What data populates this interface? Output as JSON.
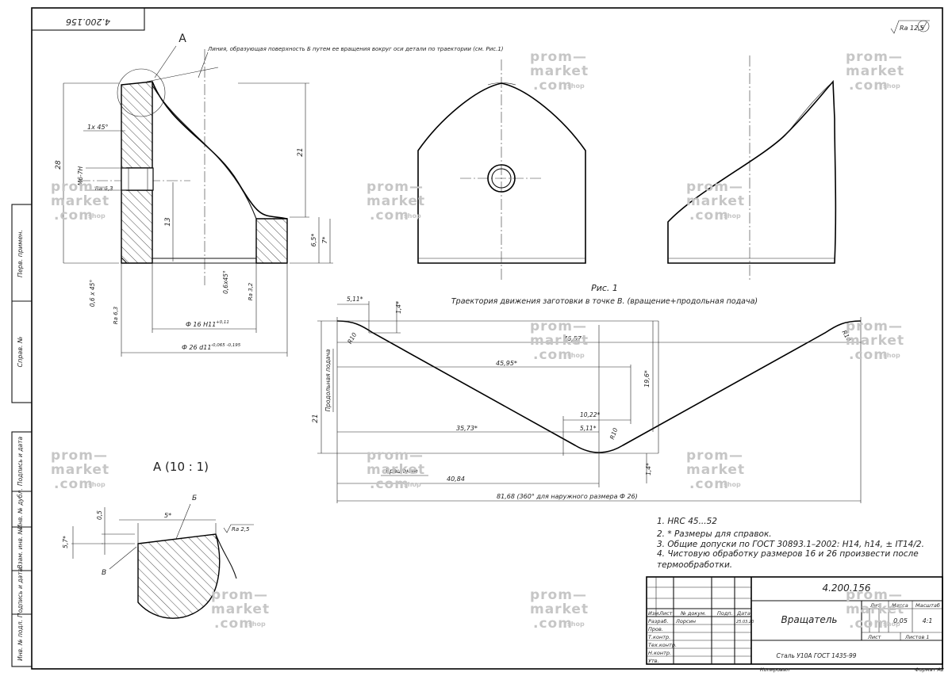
{
  "drawing": {
    "number": "4.200.156",
    "number_rotated": "4.200.156",
    "roughness_general": "Ra 12,5",
    "leader_note_a": "А",
    "leader_text": "Линия, образующая поверхность Б путем ее вращения вокруг оси детали по траектории (см. Рис.1)",
    "figure_caption": "Рис. 1",
    "figure_subtitle": "Траектория движения заготовки в точке В. (вращение+продольная подача)",
    "detail_view_title": "А (10 : 1)",
    "label_b": "Б",
    "label_v": "В"
  },
  "dimensions_main": {
    "chamfer_1x45": "1х 45°",
    "thread": "М6-7Н",
    "ra_63_a": "Ra 6,3",
    "ra_63_b": "Ra 6,3",
    "ra_32": "Ra 3,2",
    "ra_25": "Ra 2,5",
    "d28": "28",
    "d21": "21",
    "d13": "13",
    "d65": "6,5*",
    "d7": "7*",
    "chamfer_06": "0,6 х 45°",
    "chamfer_06b": "0,6х45°",
    "dia16": "Ф 16 Н11",
    "dia16_tol": "+0,11",
    "dia26": "Ф 26 d11",
    "dia26_tol": "-0,065 -0,195"
  },
  "trajectory": {
    "d511_top": "5,11*",
    "d14_top": "1,4*",
    "r10_left": "R10",
    "r10_right": "R10",
    "r10_mid": "R10",
    "d7662": "76,57",
    "d4595": "45,95*",
    "d196": "19,6*",
    "d21": "21",
    "feed_label": "Продольная подача",
    "rotation_label": "Вращение",
    "d1022": "10,22*",
    "d3573": "35,73*",
    "d511_mid": "5,11*",
    "d14_bottom": "1,4*",
    "d4084": "40,84",
    "d8168": "81,68 (360° для наружного размера Ф 26)"
  },
  "detail_dims": {
    "d05": "0,5",
    "d57": "5,7*",
    "d5": "5*"
  },
  "notes": [
    "1.  HRC 45...52",
    "2.  * Размеры для справок.",
    "3.  Общие допуски по ГОСТ 30893.1–2002:  Н14, h14, ± IT14/2.",
    "4.  Чистовую обработку размеров 16 и 26 произвести после",
    "     термообработки."
  ],
  "left_strip": [
    "Перв. примен.",
    "Справ. №",
    "Подпись и дата",
    "Инв. № дубл.",
    "Взам. инв. №",
    "Подпись и дата",
    "Инв. № подл."
  ],
  "title_block": {
    "number": "4.200.156",
    "part_name": "Вращатель",
    "material": "Сталь У10А ГОСТ 1435-99",
    "col_izm": "Изм.",
    "col_list": "Лист",
    "col_doc": "№ докум.",
    "col_sign": "Подп.",
    "col_date": "Дата",
    "r_razrab": "Разраб.",
    "r_prov": "Пров.",
    "r_tkontr": "Т.контр.",
    "r_texkontr": "Тех.контр.",
    "r_nkontr": "Н.контр.",
    "r_utv": "Утв.",
    "razrab_name": "Лорсин",
    "razrab_date": "25.03.20",
    "lit": "Лит.",
    "massa": "Масса",
    "masshtab": "Масштаб",
    "mass_value": "0,05",
    "scale_value": "4:1",
    "list": "Лист",
    "listov": "Листов 1",
    "copied": "Копировал",
    "format": "Формат А2"
  },
  "watermark": {
    "line1": "prom—",
    "line2": "market",
    "line3": ".com",
    "shop": "shop"
  }
}
